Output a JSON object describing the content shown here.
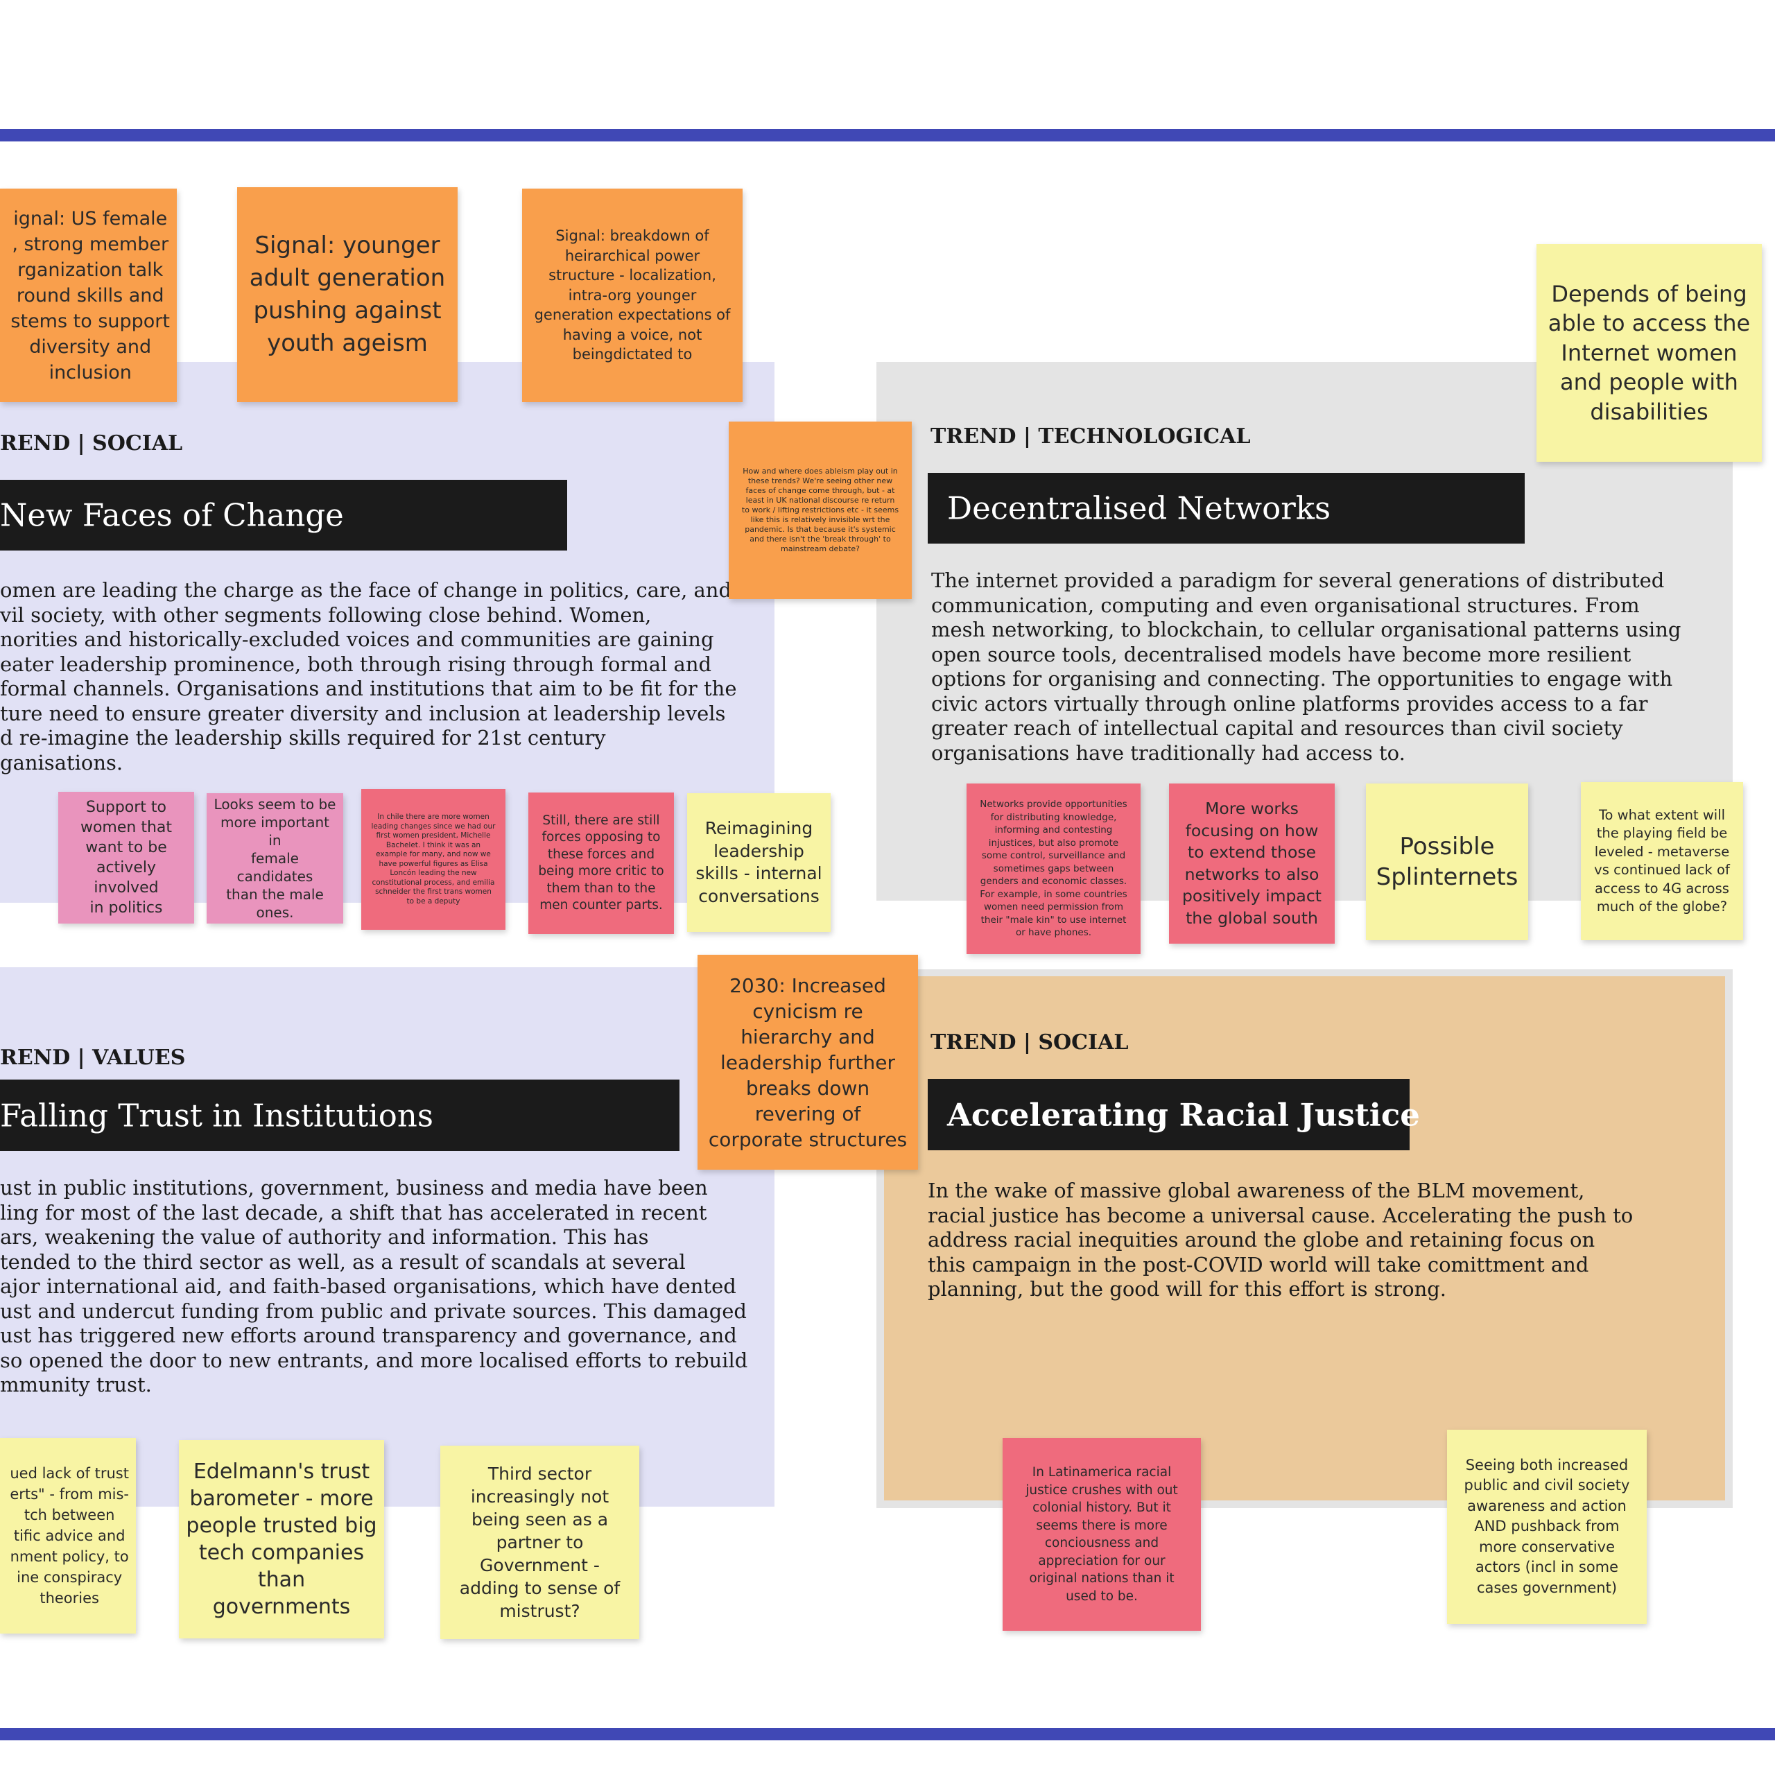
{
  "colors": {
    "rule": "#4048b5",
    "panel_lavender": "#e1e1f5",
    "panel_grey": "#e4e4e4",
    "panel_tan": "#ebc99b",
    "title_bar": "#1b1b1b",
    "sticky_orange": "#f99f4c",
    "sticky_pink": "#e994bd",
    "sticky_red": "#ef6b7d",
    "sticky_yellow": "#f8f4a4"
  },
  "trends": {
    "faces": {
      "label": "REND | SOCIAL",
      "title": "New Faces of Change",
      "body": "omen are leading the charge as the face of change in politics, care, and\nvil society, with other segments following close behind. Women,\nnorities and historically-excluded voices and communities are gaining\neater leadership prominence, both through rising through formal and\nformal channels. Organisations and institutions that aim to be fit for the\nture need to ensure greater diversity and inclusion at leadership levels\nd re-imagine the leadership skills required for 21st century\nganisations."
    },
    "networks": {
      "label": "TREND | TECHNOLOGICAL",
      "title": "Decentralised Networks",
      "body": "The internet provided a paradigm for several generations of distributed\ncommunication, computing and even organisational structures. From\nmesh networking, to blockchain, to cellular organisational patterns using\nopen source tools, decentralised models have become more resilient\noptions for organising and connecting. The opportunities to engage with\ncivic actors virtually through online platforms provides access to a far\ngreater reach of intellectual capital and resources than civil society\norganisations have traditionally had access to."
    },
    "trust": {
      "label": "REND | VALUES",
      "title": "Falling Trust in Institutions",
      "body": "ust in public institutions, government, business and media have been\nling for most of the last decade, a shift that has accelerated in recent\nars, weakening the value of authority and information. This has\ntended to the third sector as well, as a result of scandals at several\najor international aid, and faith-based organisations, which have dented\nust and undercut funding from public and private sources. This damaged\nust has triggered new efforts around transparency and governance, and\nso opened the door to new entrants, and more localised efforts to rebuild\nmmunity trust."
    },
    "racial": {
      "label": "TREND | SOCIAL",
      "title": "Accelerating Racial Justice",
      "body": "In the wake of massive global awareness of the BLM movement,\nracial justice has become a universal cause. Accelerating the push to\naddress racial inequities around the globe and retaining focus on\nthis campaign in the post-COVID world will take comittment and\nplanning, but the good will for this effort is strong."
    }
  },
  "notes": {
    "us_female": "ignal: US female\n, strong member\nrganization talk\nround skills and\nstems to support\ndiversity and\ninclusion",
    "younger_adult": "Signal: younger\nadult generation\npushing against\nyouth ageism",
    "breakdown": "Signal: breakdown of\nheirarchical power\nstructure - localization,\nintra-org younger\ngeneration expectations of\nhaving a voice, not\nbeingdictated to",
    "ableism": "How and where does ableism play out in these trends? We're seeing other new faces of change come through, but - at least in UK national discourse re return to work / lifting restrictions etc - it seems like this is relatively invisible wrt the pandemic. Is that because it's systemic and there isn't the 'break through' to mainstream debate?",
    "depends": "Depends of being\nable to access the\nInternet women\nand people with\ndisabilities",
    "support_women": "Support to\nwomen  that\nwant to be\nactively involved\nin politics",
    "looks": "Looks seem to be\nmore important in\nfemale candidates\nthan the male\nones.",
    "chile": "In chile there are more women leading changes since we had our first women president, Michelle Bachelet. I think it was an example for many, and now we have powerful figures as Elisa Loncón leading the new constitutional process, and emilia schneider the first trans women to be a deputy",
    "still_forces": "Still, there are still\nforces opposing to\nthese forces and\nbeing more critic to\nthem than to the\nmen counter parts.",
    "reimagining": "Reimagining\nleadership\nskills - internal\nconversations",
    "networks_provide": "Networks provide opportunities for distributing knowledge, informing and contesting injustices, but also promote some control, surveillance and sometimes gaps between genders and economic classes. For example, in some countries women need permission from their \"male kin\" to use internet or have phones.",
    "more_works": "More works\nfocusing on how\nto extend those\nnetworks to also\npositively impact\nthe global south",
    "splinternets": "Possible\nSplinternets",
    "playing_field": "To what extent will\nthe playing field be\nleveled - metaverse\nvs continued lack of\naccess to 4G across\nmuch of the globe?",
    "cynicism": "2030: Increased\ncynicism re\nhierarchy and\nleadership further\nbreaks down\nrevering of\ncorporate structures",
    "lack_of_trust": "ued lack of trust\nerts\" - from mis-\ntch between\ntific advice and\nnment policy, to\nine conspiracy\ntheories",
    "edelmann": "Edelmann's trust\nbarometer - more\npeople trusted big\ntech companies\nthan governments",
    "third_sector": "Third sector\nincreasingly not\nbeing seen as a\npartner to\nGovernment -\nadding to sense of\nmistrust?",
    "latinamerica": "In Latinamerica racial\njustice crushes with out\ncolonial history. But it\nseems there is more\nconciousness and\nappreciation for our\noriginal nations than it\nused to be.",
    "seeing_both": "Seeing both increased\npublic and civil society\nawareness and action\nAND pushback from\nmore conservative\nactors (incl in some\ncases government)"
  }
}
